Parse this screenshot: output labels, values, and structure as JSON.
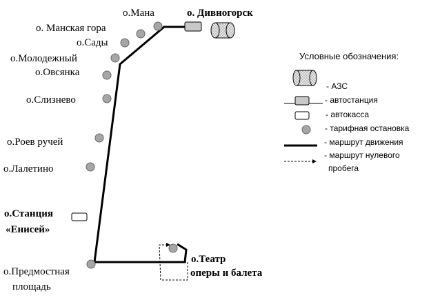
{
  "stops": {
    "mana": "о.Мана",
    "divnogorsk": "о. Дивногорск",
    "manskaya_gora": "о. Манская гора",
    "sady": "о.Сады",
    "molodezhny": "о.Молодежный",
    "ovsyanka": "о.Овсянка",
    "sliznevo": "о.Слизнево",
    "roev_ruchey": "о.Роев ручей",
    "laletino": "о.Лалетино",
    "station_line1": "о.Станция",
    "station_line2": "«Енисей»",
    "predmostnaya_line1": "о.Предмостная",
    "predmostnaya_line2": "площадь",
    "theatre_line1": "о.Театр",
    "theatre_line2": "оперы и балета"
  },
  "legend": {
    "title": "Условные обозначения:",
    "items": {
      "gas_station": "- АЗС",
      "bus_station": "- автостанция",
      "ticket_office": "- автокасса",
      "fare_stop": "- тарифная остановка",
      "route": "- маршрут движения",
      "empty_run_line1": "- маршрут нулевого",
      "empty_run_line2": "пробега"
    }
  },
  "colors": {
    "stop_fill": "#a6a6a6",
    "station_fill": "#c8c8c8",
    "route": "#000000"
  }
}
